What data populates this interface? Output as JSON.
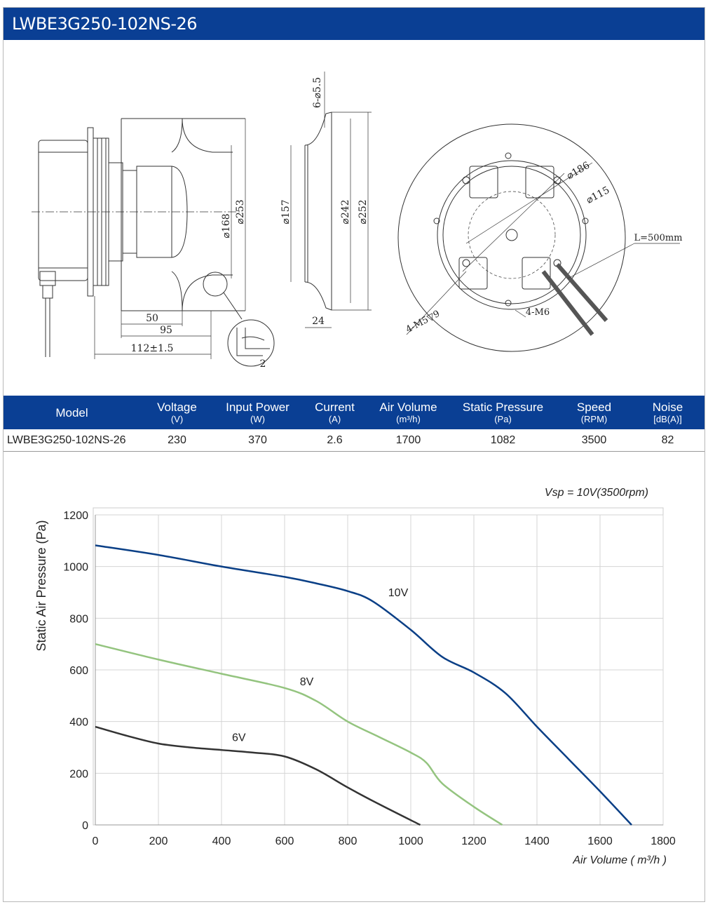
{
  "header": {
    "title": "LWBE3G250-102NS-26"
  },
  "drawing": {
    "dimensions": [
      "⌀168",
      "⌀253",
      "50",
      "95",
      "112±1.5",
      "2",
      "6-⌀5.5",
      "⌀157",
      "⌀242",
      "⌀252",
      "24",
      "⌀186",
      "⌀115",
      "L=500mm",
      "4-M5▽9",
      "4-M6"
    ]
  },
  "specs": {
    "headers": [
      {
        "label": "Model",
        "unit": ""
      },
      {
        "label": "Voltage",
        "unit": "(V)"
      },
      {
        "label": "Input Power",
        "unit": "(W)"
      },
      {
        "label": "Current",
        "unit": "(A)"
      },
      {
        "label": "Air Volume",
        "unit": "(m³/h)"
      },
      {
        "label": "Static Pressure",
        "unit": "(Pa)"
      },
      {
        "label": "Speed",
        "unit": "(RPM)"
      },
      {
        "label": "Noise",
        "unit": "[dB(A)]"
      }
    ],
    "row": [
      "LWBE3G250-102NS-26",
      "230",
      "370",
      "2.6",
      "1700",
      "1082",
      "3500",
      "82"
    ]
  },
  "chart_data": {
    "type": "line",
    "annotation": "Vsp = 10V(3500rpm)",
    "xlabel": "Air Volume ( m³/h )",
    "ylabel": "Static Air Pressure  (Pa)",
    "xlim": [
      0,
      1800
    ],
    "ylim": [
      0,
      1200
    ],
    "xticks": [
      0,
      200,
      400,
      600,
      800,
      1000,
      1200,
      1400,
      1600,
      1800
    ],
    "yticks": [
      0,
      200,
      400,
      600,
      800,
      1000,
      1200
    ],
    "grid": true,
    "series": [
      {
        "name": "10V",
        "color": "#0a3f86",
        "x": [
          0,
          200,
          400,
          600,
          700,
          800,
          880,
          1000,
          1100,
          1200,
          1300,
          1400,
          1500,
          1600,
          1700
        ],
        "y": [
          1082,
          1045,
          1000,
          960,
          935,
          905,
          865,
          755,
          650,
          590,
          510,
          380,
          255,
          130,
          0
        ]
      },
      {
        "name": "8V",
        "color": "#94c47f",
        "x": [
          0,
          200,
          400,
          600,
          700,
          800,
          900,
          1000,
          1050,
          1100,
          1200,
          1290
        ],
        "y": [
          700,
          640,
          585,
          530,
          480,
          400,
          340,
          280,
          240,
          160,
          70,
          0
        ]
      },
      {
        "name": "6V",
        "color": "#333333",
        "x": [
          0,
          100,
          200,
          300,
          400,
          500,
          600,
          700,
          800,
          900,
          1030
        ],
        "y": [
          380,
          345,
          315,
          300,
          290,
          280,
          265,
          215,
          145,
          80,
          0
        ]
      }
    ],
    "series_labels": [
      {
        "text": "10V",
        "x": 960,
        "y": 885
      },
      {
        "text": "8V",
        "x": 670,
        "y": 540
      },
      {
        "text": "6V",
        "x": 455,
        "y": 325
      }
    ]
  }
}
